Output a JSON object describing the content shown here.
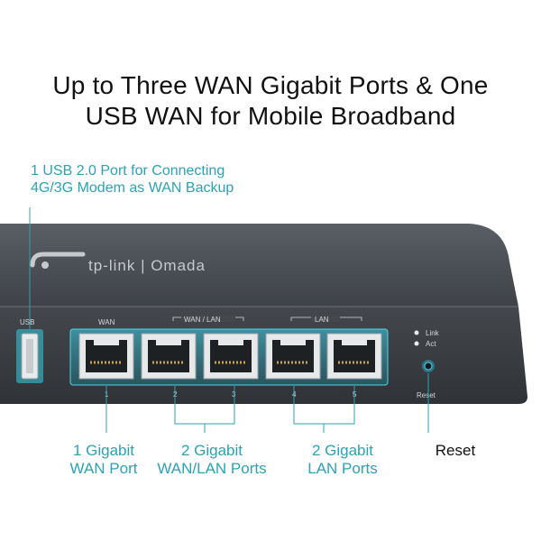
{
  "headline": {
    "line1": "Up to Three WAN Gigabit Ports & One",
    "line2": "USB WAN for Mobile Broadband"
  },
  "usb_callout": {
    "line1": "1 USB 2.0 Port for Connecting",
    "line2": "4G/3G Modem as WAN Backup"
  },
  "device": {
    "brand": "tp-link | Omada",
    "usb_label": "USB",
    "wan_label": "WAN",
    "wanlan_label": "WAN / LAN",
    "lan_label": "LAN",
    "port_numbers": [
      "1",
      "2",
      "3",
      "4",
      "5"
    ],
    "link_label": "Link",
    "act_label": "Act",
    "reset_label": "Reset"
  },
  "bottom_labels": {
    "wan": {
      "line1": "1 Gigabit",
      "line2": "WAN Port"
    },
    "wanlan": {
      "line1": "2 Gigabit",
      "line2": "WAN/LAN Ports"
    },
    "lan": {
      "line1": "2 Gigabit",
      "line2": "LAN Ports"
    },
    "reset": {
      "line1": "Reset"
    }
  },
  "colors": {
    "accent": "#2aa3b8",
    "chassis": "#3b3f44",
    "text": "#111111"
  }
}
